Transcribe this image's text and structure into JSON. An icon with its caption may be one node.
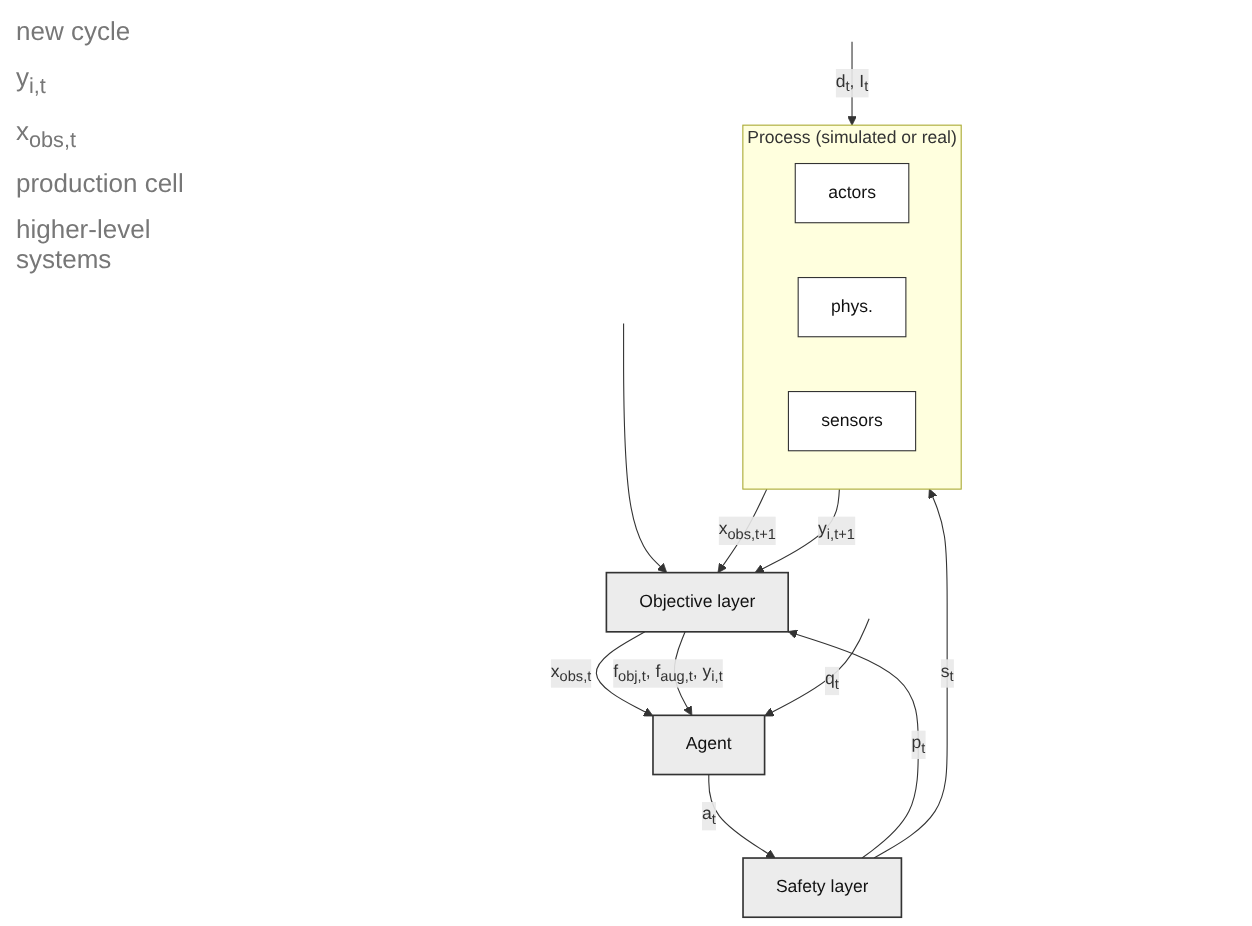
{
  "diagram": {
    "nodes": [
      {
        "text": [
          "Process (simulated or real)"
        ]
      },
      {
        "text": [
          "actors"
        ],
        "in": 0
      },
      {
        "text": [
          "phys."
        ],
        "in": 0
      },
      {
        "text": [
          "sensors"
        ],
        "in": 0
      },
      {
        "text": [
          "Safety layer"
        ]
      },
      {
        "text": [
          "Objective layer"
        ]
      },
      {
        "text": [
          "Agent"
        ]
      }
    ],
    "edges": [
      {
        "from": null,
        "to": 0,
        "arrow": "to",
        "label": "d$_{t}$, I$_{t}$"
      },
      {
        "from": 4,
        "to": 0,
        "arrow": "to",
        "label": "s$_{t}$"
      },
      {
        "from": 0,
        "to": 5,
        "arrow": "to",
        "label": "x$_{obs,t+1}$"
      },
      {
        "from": 0,
        "to": 5,
        "arrow": "to",
        "label": "y$_{i,t+1}$"
      },
      {
        "from": 4,
        "to": 5,
        "arrow": "to",
        "label": "p$_{t}$"
      },
      {
        "from": 5,
        "to": 6,
        "arrow": "to",
        "label": "x$_{obs,t}$"
      },
      {
        "from": 5,
        "to": 6,
        "arrow": "to",
        "label": "f$_{obj,t}$, f$_{aug,t}$, y$_{i,t}$"
      },
      {
        "from": 6,
        "to": 4,
        "arrow": "to",
        "label": "a$_{t}$"
      },
      {
        "from": null,
        "to": 6,
        "arrow": "to",
        "label": "q$_{t}$"
      },
      {
        "from": null,
        "to": 5,
        "arrow": "to"
      }
    ],
    "labels": [
      "new cycle",
      "y$_{i,t}$",
      "x$_{obs,t}$",
      "production cell",
      "higher-level systems"
    ]
  }
}
